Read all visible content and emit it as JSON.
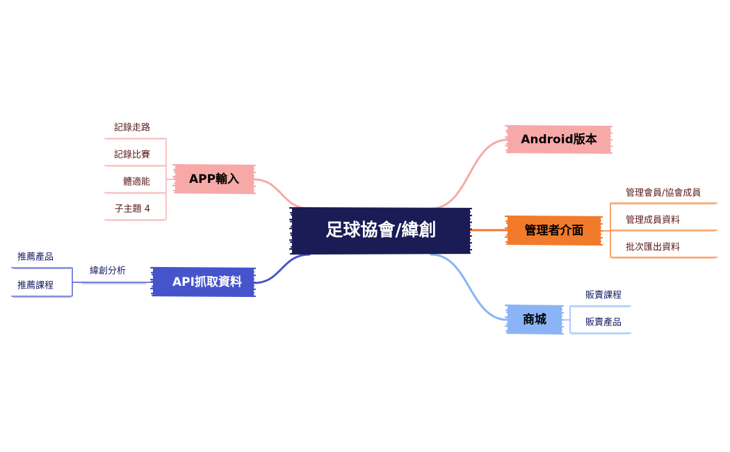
{
  "colors": {
    "root_bg": "#1b1c55",
    "root_text": "#ffffff",
    "pink": "#f7a9a8",
    "pink_text": "#000000",
    "orange": "#f27b2b",
    "blue_light": "#8ab4f5",
    "blue_dark": "#4654cc",
    "leaf_pink_text": "#5a1717",
    "leaf_blue_text": "#151a63"
  },
  "root": {
    "label": "足球協會/緯創"
  },
  "branches": [
    {
      "id": "android",
      "label": "Android版本",
      "color_key": "pink",
      "children": []
    },
    {
      "id": "admin",
      "label": "管理者介面",
      "color_key": "orange",
      "children": [
        "管理會員/協會成員",
        "管理成員資料",
        "批次匯出資料"
      ]
    },
    {
      "id": "shop",
      "label": "商城",
      "color_key": "blue_light",
      "children": [
        "販賣課程",
        "販賣產品"
      ]
    },
    {
      "id": "app-input",
      "label": "APP輸入",
      "color_key": "pink",
      "children": [
        "記錄走路",
        "記錄比賽",
        "體適能",
        "子主題 4"
      ]
    },
    {
      "id": "api",
      "label": "API抓取資料",
      "color_key": "blue_dark",
      "sub": {
        "label": "緯創分析",
        "children": [
          "推薦產品",
          "推薦課程"
        ]
      }
    }
  ]
}
